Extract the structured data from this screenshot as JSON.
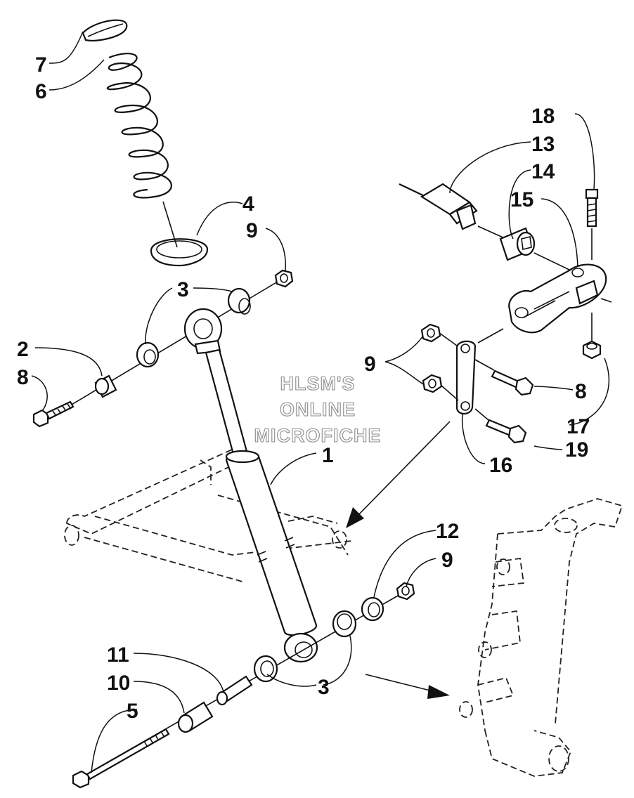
{
  "watermark": {
    "line1": "HLSM'S",
    "line2": "ONLINE",
    "line3": "MICROFICHE"
  },
  "callouts": [
    {
      "id": "c7",
      "label": "7"
    },
    {
      "id": "c6",
      "label": "6"
    },
    {
      "id": "c4",
      "label": "4"
    },
    {
      "id": "c9a",
      "label": "9"
    },
    {
      "id": "c3a",
      "label": "3"
    },
    {
      "id": "c2",
      "label": "2"
    },
    {
      "id": "c8a",
      "label": "8"
    },
    {
      "id": "c1",
      "label": "1"
    },
    {
      "id": "c18",
      "label": "18"
    },
    {
      "id": "c13",
      "label": "13"
    },
    {
      "id": "c14",
      "label": "14"
    },
    {
      "id": "c15",
      "label": "15"
    },
    {
      "id": "c9b",
      "label": "9"
    },
    {
      "id": "c8b",
      "label": "8"
    },
    {
      "id": "c17",
      "label": "17"
    },
    {
      "id": "c19",
      "label": "19"
    },
    {
      "id": "c16",
      "label": "16"
    },
    {
      "id": "c12",
      "label": "12"
    },
    {
      "id": "c9c",
      "label": "9"
    },
    {
      "id": "c11",
      "label": "11"
    },
    {
      "id": "c10",
      "label": "10"
    },
    {
      "id": "c5",
      "label": "5"
    },
    {
      "id": "c3b",
      "label": "3"
    }
  ]
}
